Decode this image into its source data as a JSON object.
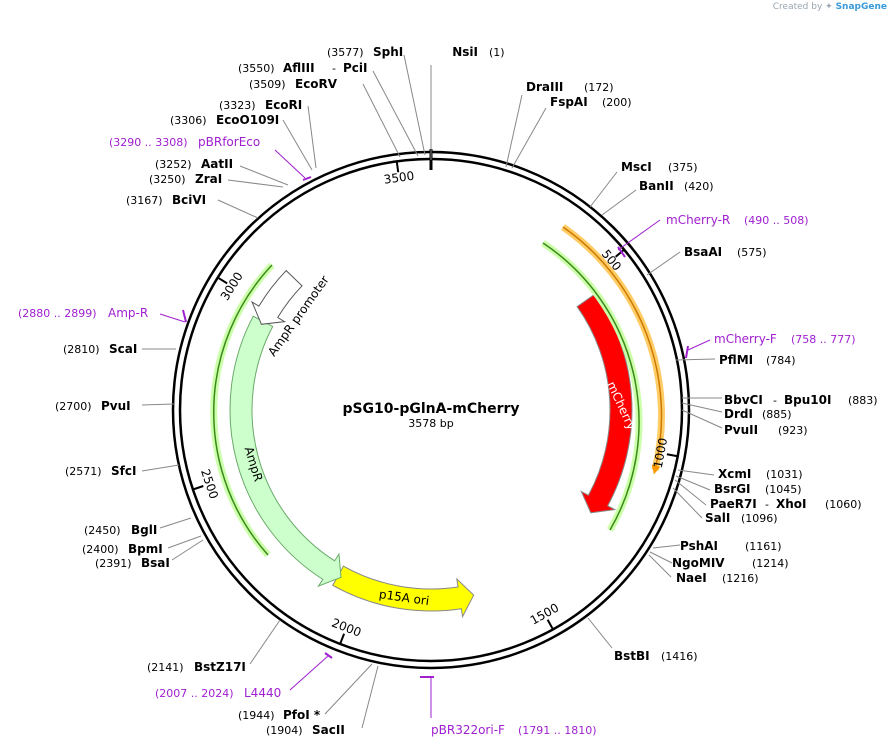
{
  "credit": {
    "prefix": "Created by",
    "brand": "SnapGene"
  },
  "plasmid": {
    "name": "pSG10-pGlnA-mCherry",
    "length": "3578 bp",
    "total_bp": 3578
  },
  "ticks": [
    {
      "label": "500",
      "pos": 500
    },
    {
      "label": "1000",
      "pos": 1000
    },
    {
      "label": "1500",
      "pos": 1500
    },
    {
      "label": "2000",
      "pos": 2000
    },
    {
      "label": "2500",
      "pos": 2500
    },
    {
      "label": "3000",
      "pos": 3000
    },
    {
      "label": "3500",
      "pos": 3500
    }
  ],
  "features": [
    {
      "name": "mCherry",
      "from": 544,
      "to": 1220,
      "color": "#ff0000",
      "direction": "cw"
    },
    {
      "name": "p15A ori",
      "from": 1660,
      "to": 2080,
      "color": "#ffff00",
      "direction": "ccw"
    },
    {
      "name": "AmpR",
      "from": 2070,
      "to": 2960,
      "color": "#ccffcc",
      "direction": "ccw"
    },
    {
      "name": "AmpR promoter",
      "from": 2950,
      "to": 3120,
      "color": "#ffffff",
      "direction": "ccw"
    }
  ],
  "sites": [
    {
      "name": "NsiI",
      "pos": "(1)"
    },
    {
      "name": "DraIII",
      "pos": "(172)"
    },
    {
      "name": "FspAI",
      "pos": "(200)"
    },
    {
      "name": "MscI",
      "pos": "(375)"
    },
    {
      "name": "BanII",
      "pos": "(420)"
    },
    {
      "name": "BsaAI",
      "pos": "(575)"
    },
    {
      "name": "PflMI",
      "pos": "(784)"
    },
    {
      "name": "BbvCI",
      "name2": "Bpu10I",
      "pos": "(883)"
    },
    {
      "name": "DrdI",
      "pos": "(885)"
    },
    {
      "name": "PvuII",
      "pos": "(923)"
    },
    {
      "name": "XcmI",
      "pos": "(1031)"
    },
    {
      "name": "BsrGI",
      "pos": "(1045)"
    },
    {
      "name": "PaeR7I",
      "name2": "XhoI",
      "pos": "(1060)"
    },
    {
      "name": "SalI",
      "pos": "(1096)"
    },
    {
      "name": "PshAI",
      "pos": "(1161)"
    },
    {
      "name": "NgoMIV",
      "pos": "(1214)"
    },
    {
      "name": "NaeI",
      "pos": "(1216)"
    },
    {
      "name": "BstBI",
      "pos": "(1416)"
    },
    {
      "name": "SacII",
      "pos": "(1904)"
    },
    {
      "name": "PfoI *",
      "pos": "(1944)"
    },
    {
      "name": "BstZ17I",
      "pos": "(2141)"
    },
    {
      "name": "BsaI",
      "pos": "(2391)"
    },
    {
      "name": "BpmI",
      "pos": "(2400)"
    },
    {
      "name": "BglI",
      "pos": "(2450)"
    },
    {
      "name": "SfcI",
      "pos": "(2571)"
    },
    {
      "name": "PvuI",
      "pos": "(2700)"
    },
    {
      "name": "ScaI",
      "pos": "(2810)"
    },
    {
      "name": "BciVI",
      "pos": "(3167)"
    },
    {
      "name": "ZraI",
      "pos": "(3250)"
    },
    {
      "name": "AatII",
      "pos": "(3252)"
    },
    {
      "name": "EcoO109I",
      "pos": "(3306)"
    },
    {
      "name": "EcoRI",
      "pos": "(3323)"
    },
    {
      "name": "EcoRV",
      "pos": "(3509)"
    },
    {
      "name": "AflIII",
      "name2": "PciI",
      "pos": "(3550)"
    },
    {
      "name": "SphI",
      "pos": "(3577)"
    }
  ],
  "primers": [
    {
      "name": "mCherry-R",
      "range": "(490 .. 508)"
    },
    {
      "name": "mCherry-F",
      "range": "(758 .. 777)"
    },
    {
      "name": "pBR322ori-F",
      "range": "(1791 .. 1810)"
    },
    {
      "name": "L4440",
      "range": "(2007 .. 2024)"
    },
    {
      "name": "Amp-R",
      "range": "(2880 .. 2899)"
    },
    {
      "name": "pBRforEco",
      "range": "(3290 .. 3308)"
    }
  ]
}
